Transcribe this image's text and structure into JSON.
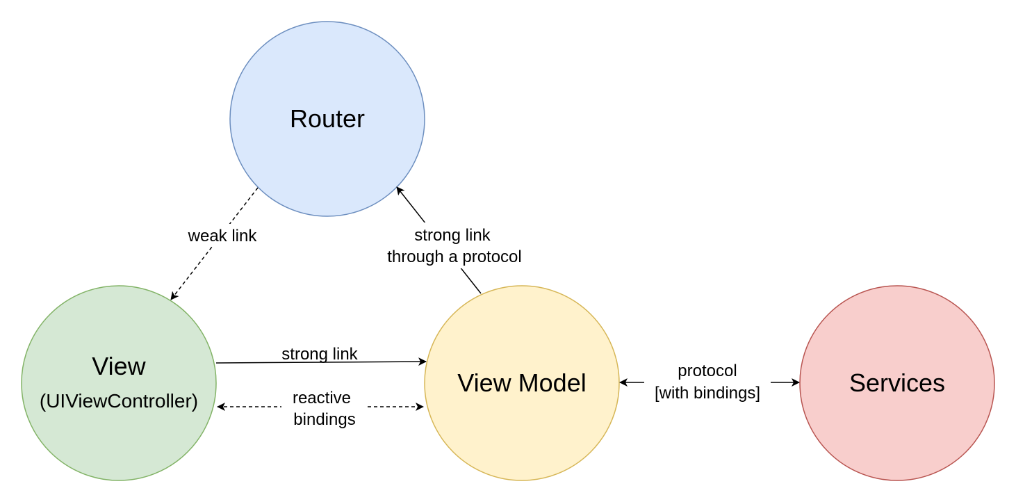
{
  "nodes": {
    "router": {
      "label": "Router",
      "fill": "#dae8fc",
      "stroke": "#6c8ebf"
    },
    "view": {
      "label": "View",
      "sublabel": "(UIViewController)",
      "fill": "#d5e8d4",
      "stroke": "#82b366"
    },
    "view_model": {
      "label": "View Model",
      "fill": "#fff2cc",
      "stroke": "#d6b656"
    },
    "services": {
      "label": "Services",
      "fill": "#f8cecc",
      "stroke": "#b85450"
    }
  },
  "edges": {
    "weak_link": {
      "label": "weak link",
      "style": "dashed"
    },
    "strong_link_protocol": {
      "label_line1": "strong link",
      "label_line2": "through a protocol",
      "style": "solid"
    },
    "strong_link": {
      "label": "strong link",
      "style": "solid"
    },
    "reactive_bindings": {
      "label_line1": "reactive",
      "label_line2": "bindings",
      "style": "dashed"
    },
    "protocol_bindings": {
      "label_line1": "protocol",
      "label_line2": "[with bindings]",
      "style": "solid"
    }
  }
}
